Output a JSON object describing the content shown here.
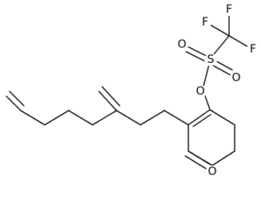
{
  "molecule": {
    "atoms": {
      "F_top": "F",
      "F_left": "F",
      "F_right": "F",
      "S": "S",
      "O_sulfonyl_1": "O",
      "O_sulfonyl_2": "O",
      "O_ether": "O",
      "O_ketone": "O"
    }
  }
}
